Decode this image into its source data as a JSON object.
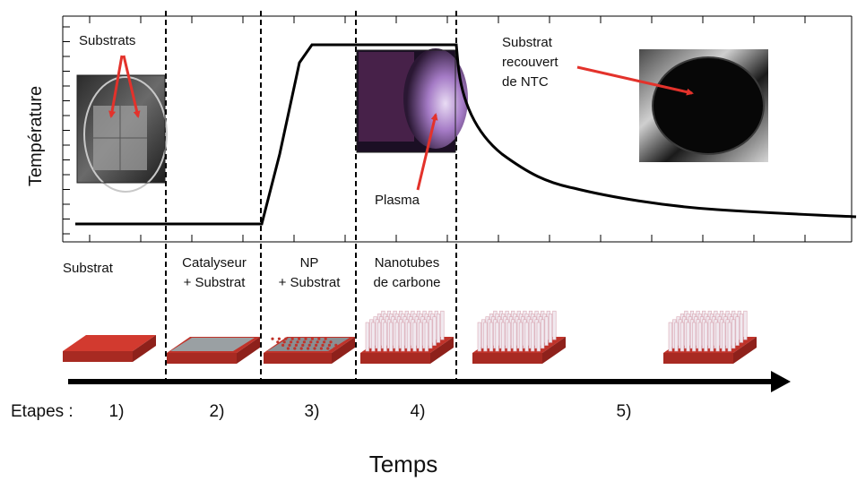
{
  "axes": {
    "y_label": "Température",
    "x_label": "Temps"
  },
  "annotations": {
    "substrats": "Substrats",
    "plasma": "Plasma",
    "coated_line1": "Substrat",
    "coated_line2": "recouvert",
    "coated_line3": "de NTC"
  },
  "phases": [
    {
      "line1": "Substrat",
      "line2": ""
    },
    {
      "line1": "Catalyseur",
      "line2": "+ Substrat"
    },
    {
      "line1": "NP",
      "line2": "+ Substrat"
    },
    {
      "line1": "Nanotubes",
      "line2": "de carbone"
    }
  ],
  "steps": {
    "prefix": "Etapes :",
    "labels": [
      "1)",
      "2)",
      "3)",
      "4)",
      "5)"
    ]
  },
  "colors": {
    "substrate_red": "#c0332a",
    "catalyst_grey": "#9aa0a3",
    "arrow_red": "#e3322b",
    "plasma_purple": "#8a5aa8",
    "line_black": "#000000"
  }
}
